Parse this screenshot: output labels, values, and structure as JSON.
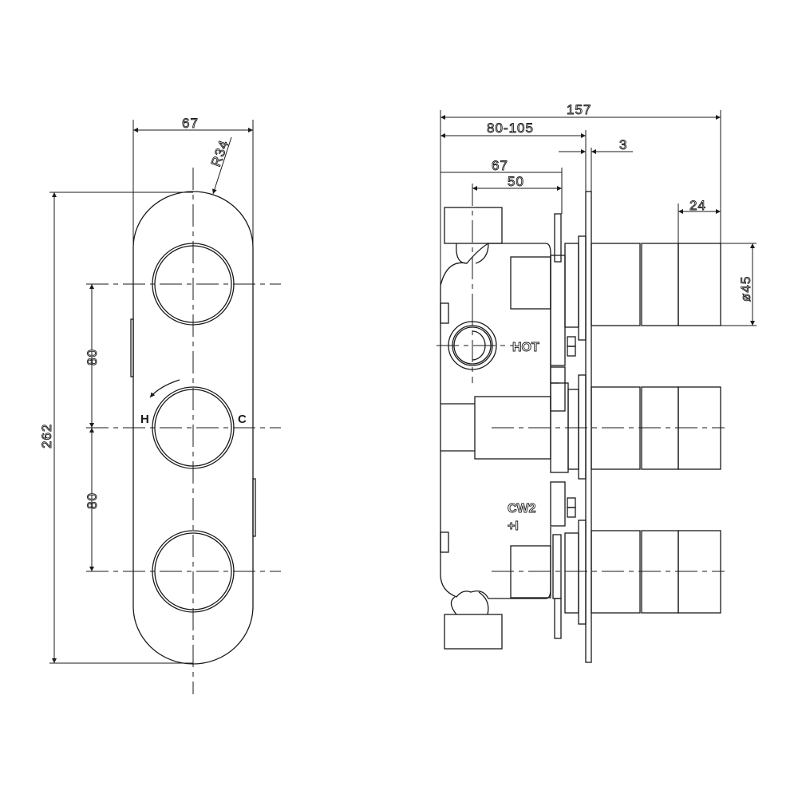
{
  "front_view": {
    "dimensions": {
      "width": "67",
      "radius": "R34",
      "height": "262",
      "spacing_upper": "80",
      "spacing_lower": "80"
    },
    "labels": {
      "hot": "H",
      "cold": "C"
    }
  },
  "side_view": {
    "dimensions": {
      "overall_depth": "157",
      "wall_depth_range": "80-105",
      "plate_thickness": "3",
      "body_depth": "67",
      "inlet_offset": "50",
      "handle_length": "24",
      "handle_diameter": "ø45"
    },
    "labels": {
      "hot_inlet": "HOT",
      "cold_outlet_line1": "CW2",
      "cold_outlet_line2": "+I"
    }
  }
}
